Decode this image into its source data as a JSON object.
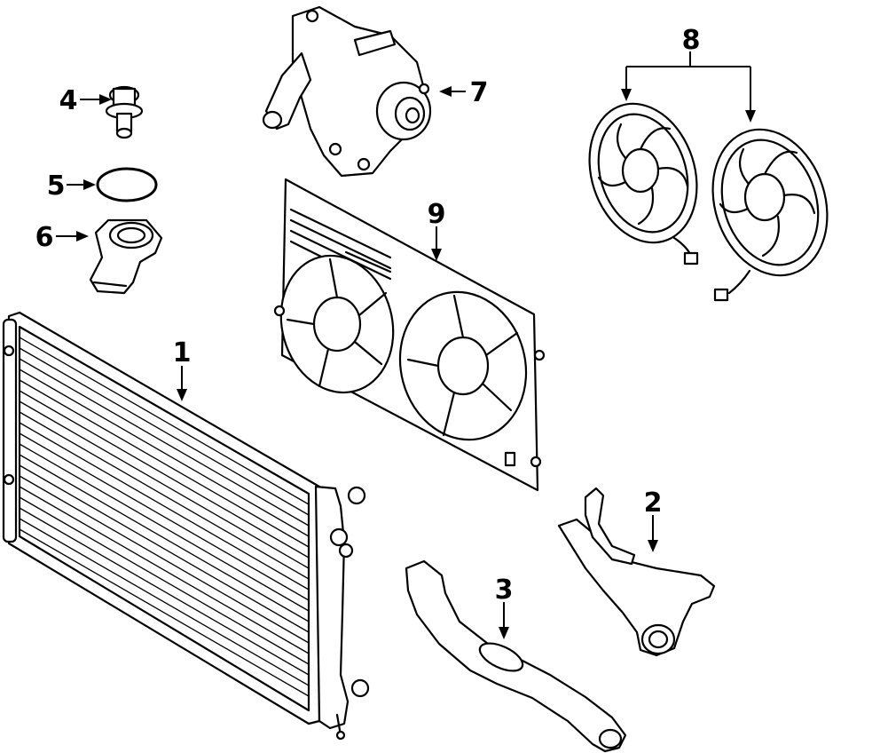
{
  "diagram": {
    "callouts": [
      {
        "id": "1",
        "text": "1",
        "part": "radiator"
      },
      {
        "id": "2",
        "text": "2",
        "part": "upper-hose"
      },
      {
        "id": "3",
        "text": "3",
        "part": "lower-hose"
      },
      {
        "id": "4",
        "text": "4",
        "part": "thermostat"
      },
      {
        "id": "5",
        "text": "5",
        "part": "o-ring-gasket"
      },
      {
        "id": "6",
        "text": "6",
        "part": "thermostat-housing"
      },
      {
        "id": "7",
        "text": "7",
        "part": "water-pump"
      },
      {
        "id": "8",
        "text": "8",
        "part": "fan-assemblies"
      },
      {
        "id": "9",
        "text": "9",
        "part": "fan-shroud"
      }
    ],
    "colors": {
      "line": "#000000",
      "background": "#ffffff"
    }
  }
}
